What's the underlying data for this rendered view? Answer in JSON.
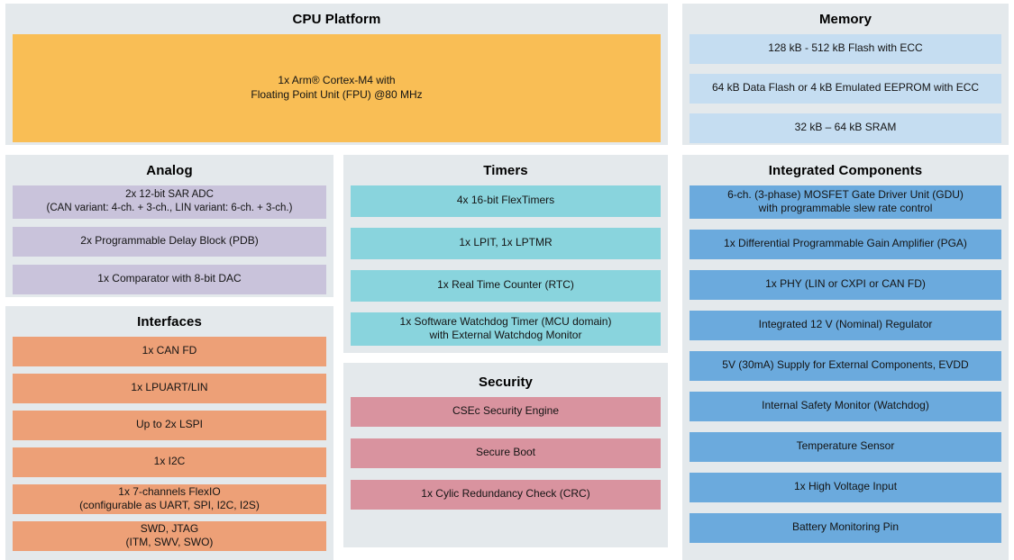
{
  "colors": {
    "panel_background": "#e4e9ec",
    "cpu_block": "#f9be55",
    "memory_block": "#c5ddf1",
    "analog_block": "#c9c3db",
    "timers_block": "#89d4dd",
    "interfaces_block": "#eda077",
    "security_block": "#d9939f",
    "integrated_block": "#6baadd",
    "title_text": "#000000",
    "block_text": "#141414"
  },
  "panels": {
    "cpu": {
      "title": "CPU Platform",
      "blocks": [
        {
          "text": "1x Arm® Cortex-M4 with\nFloating Point Unit (FPU) @80 MHz"
        }
      ]
    },
    "memory": {
      "title": "Memory",
      "blocks": [
        {
          "text": "128 kB - 512 kB Flash with ECC"
        },
        {
          "text": "64 kB Data Flash or 4 kB Emulated EEPROM with ECC"
        },
        {
          "text": "32 kB – 64 kB SRAM"
        }
      ]
    },
    "analog": {
      "title": "Analog",
      "blocks": [
        {
          "text": "2x 12-bit SAR ADC\n(CAN variant: 4-ch. + 3-ch., LIN variant: 6-ch. + 3-ch.)"
        },
        {
          "text": "2x Programmable Delay Block (PDB)"
        },
        {
          "text": "1x Comparator with 8-bit DAC"
        }
      ]
    },
    "timers": {
      "title": "Timers",
      "blocks": [
        {
          "text": "4x 16-bit FlexTimers"
        },
        {
          "text": "1x LPIT, 1x LPTMR"
        },
        {
          "text": "1x Real Time Counter (RTC)"
        },
        {
          "text": "1x Software Watchdog Timer (MCU domain)\nwith External Watchdog Monitor"
        }
      ]
    },
    "interfaces": {
      "title": "Interfaces",
      "blocks": [
        {
          "text": "1x CAN FD"
        },
        {
          "text": "1x LPUART/LIN"
        },
        {
          "text": "Up to 2x LSPI"
        },
        {
          "text": "1x I2C"
        },
        {
          "text": "1x 7-channels FlexIO\n(configurable as UART, SPI, I2C, I2S)"
        },
        {
          "text": "SWD, JTAG\n(ITM, SWV, SWO)"
        }
      ]
    },
    "security": {
      "title": "Security",
      "blocks": [
        {
          "text": "CSEc Security Engine"
        },
        {
          "text": "Secure Boot"
        },
        {
          "text": "1x Cylic Redundancy Check (CRC)"
        }
      ]
    },
    "integrated": {
      "title": "Integrated Components",
      "blocks": [
        {
          "text": "6-ch. (3-phase) MOSFET Gate Driver Unit (GDU)\nwith programmable slew rate control"
        },
        {
          "text": "1x Differential Programmable Gain Amplifier (PGA)"
        },
        {
          "text": "1x PHY (LIN or CXPI or CAN FD)"
        },
        {
          "text": "Integrated 12 V (Nominal) Regulator"
        },
        {
          "text": "5V (30mA) Supply for External Components, EVDD"
        },
        {
          "text": "Internal Safety Monitor (Watchdog)"
        },
        {
          "text": "Temperature Sensor"
        },
        {
          "text": "1x High Voltage Input"
        },
        {
          "text": "Battery Monitoring Pin"
        }
      ]
    }
  }
}
